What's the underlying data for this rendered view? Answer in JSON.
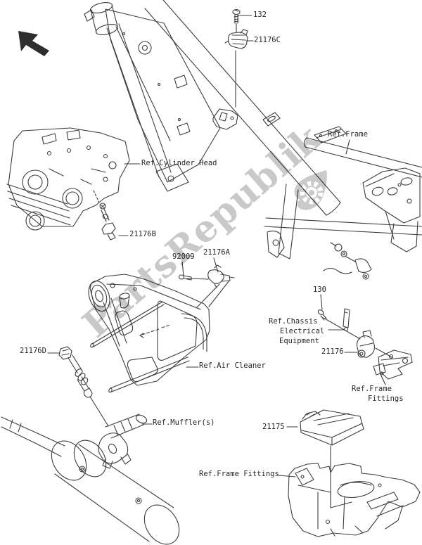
{
  "page": {
    "background_color": "#ffffff",
    "line_color": "#3c3c3c",
    "label_color": "#262626",
    "watermark_color": "#7e7e7e"
  },
  "watermark": {
    "text": "PartsRepublik",
    "logo_icon": "gear-icon"
  },
  "icons": {
    "direction_arrow": "arrow-up-left-icon"
  },
  "callouts": {
    "c132": {
      "text": "132"
    },
    "c21176c": {
      "text": "21176C"
    },
    "ref_frame": {
      "text": "Ref.Frame"
    },
    "ref_cylinder_head": {
      "text": "Ref.Cylinder Head"
    },
    "c21176b": {
      "text": "21176B"
    },
    "c92009": {
      "text": "92009"
    },
    "c21176a": {
      "text": "21176A"
    },
    "c130": {
      "text": "130"
    },
    "ref_chassis": {
      "line1": "Ref.Chassis",
      "line2": "Electrical",
      "line3": "Equipment"
    },
    "c21176": {
      "text": "21176"
    },
    "ref_frame_fittings_right": {
      "line1": "Ref.Frame",
      "line2": "Fittings"
    },
    "c21176d": {
      "text": "21176D"
    },
    "ref_air_cleaner": {
      "text": "Ref.Air Cleaner"
    },
    "ref_muffler": {
      "text": "Ref.Muffler(s)"
    },
    "c21175": {
      "text": "21175"
    },
    "ref_frame_fittings_bottom": {
      "text": "Ref.Frame Fittings"
    }
  }
}
